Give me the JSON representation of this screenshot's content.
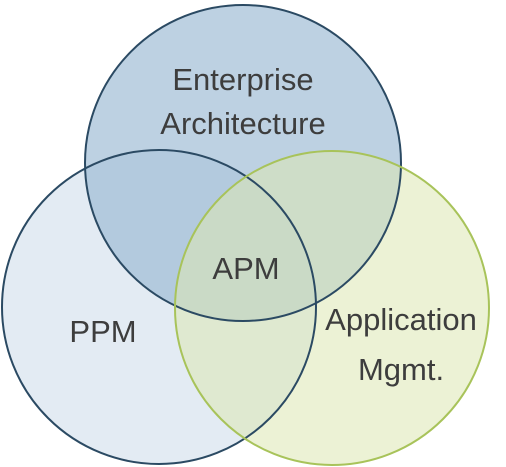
{
  "diagram": {
    "type": "venn-3",
    "sets": [
      {
        "id": "ea",
        "lines": [
          "Enterprise",
          "Architecture"
        ],
        "fill": "#9ab8d2",
        "stroke": "#2b4a63"
      },
      {
        "id": "ppm",
        "lines": [
          "PPM"
        ],
        "fill": "#c8d8e8",
        "stroke": "#2b4a63"
      },
      {
        "id": "app",
        "lines": [
          "Application",
          "Mgmt."
        ],
        "fill": "#dde8b2",
        "stroke": "#a8c35a"
      }
    ],
    "intersection_label": "APM"
  }
}
